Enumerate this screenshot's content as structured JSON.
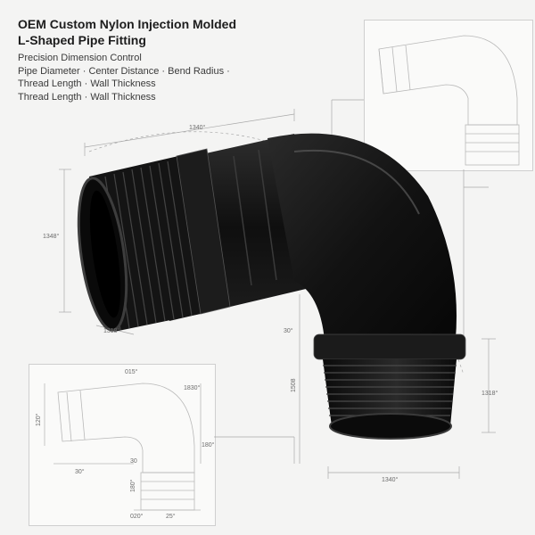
{
  "title": {
    "line1": "OEM Custom Nylon Injection Molded",
    "line2": "L-Shaped Pipe Fitting"
  },
  "specs": {
    "line1": "Precision Dimension Control",
    "line2": "Pipe Diameter · Center Distance · Bend Radius ·",
    "line3": "Thread Length · Wall Thickness",
    "line4": "Thread Length · Wall Thickness"
  },
  "dimensions": {
    "top_length": "1340°",
    "left_height": "1348°",
    "left_thread": "1318°",
    "center_small": "30°",
    "vertical_mid": "1508",
    "right_height": "1318°",
    "bottom_length": "1340°"
  },
  "inset": {
    "top_label": "015°",
    "right_top": "1830°",
    "left_side": "120°",
    "left_bottom": "30°",
    "mid_small": "30",
    "right_mid": "180°",
    "center_vertical": "180°",
    "bottom_left": "020°",
    "bottom_right": "25°"
  },
  "colors": {
    "fitting": "#151515",
    "highlight": "#5a5a5a",
    "line": "#9a9a9a",
    "background": "#f4f4f3"
  }
}
